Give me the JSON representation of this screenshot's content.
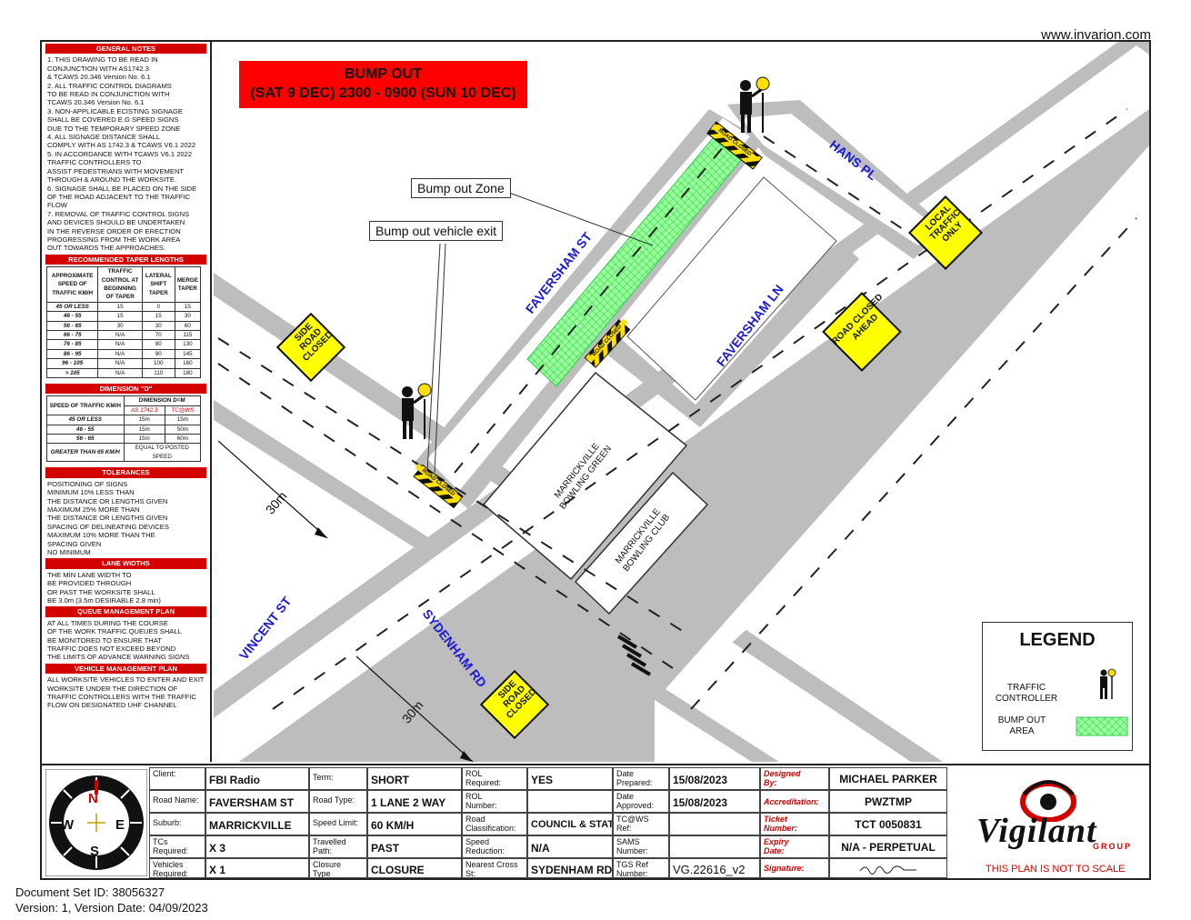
{
  "website": "www.invarion.com",
  "document": {
    "set_id": "Document Set ID: 38056327",
    "version": "Version: 1, Version Date: 04/09/2023"
  },
  "banner": {
    "line1": "BUMP OUT",
    "line2": "(SAT 9 DEC) 2300 - 0900 (SUN 10 DEC)"
  },
  "colors": {
    "banner_red": "#ff0000",
    "sign_yellow": "#ffff00",
    "road_grey": "#bdbdbd",
    "zone_green": "#99ff99",
    "street_blue": "#1a1ad6",
    "header_red": "#d40000"
  },
  "general_notes": {
    "title": "GENERAL NOTES",
    "lines": [
      "1. THIS DRAWING TO BE READ IN",
      "CONJUNCTION WITH AS1742.3",
      "& TCAWS 20.346 Version No. 6.1",
      "2. ALL TRAFFIC CONTROL DIAGRAMS",
      "TO BE READ IN CONJUNCTION WITH",
      "TCAWS 20.346 Version No. 6.1",
      "3. NON-APPLICABLE ECISTING SIGNAGE",
      "SHALL BE COVERED E.G SPEED SIGNS",
      "DUE TO THE TEMPORARY SPEED ZONE",
      "4. ALL SIGNAGE DISTANCE SHALL",
      "COMPLY WITH AS 1742.3 & TCAWS V6.1 2022",
      "5. IN ACCORDANCE WITH TCAWS V6.1 2022",
      "TRAFFIC CONTROLLERS TO",
      "ASSIST PEDESTRIANS WITH MOVEMENT",
      "THROUGH & AROUND THE WORKSITE.",
      "6. SIGNAGE SHALL BE PLACED ON THE SIDE",
      "OF THE ROAD ADJACENT TO THE TRAFFIC",
      "FLOW",
      "7. REMOVAL OF TRAFFIC CONTROL SIGNS",
      "AND DEVICES SHOULD BE UNDERTAKEN",
      "IN THE REVERSE ORDER OF ERECTION",
      "PROGRESSING FROM THE WORK AREA",
      "OUT TOWARDS THE APPROACHES."
    ]
  },
  "taper": {
    "title": "RECOMMENDED TAPER LENGTHS",
    "headers": [
      "APPROXIMATE SPEED OF TRAFFIC KM/H",
      "TRAFFIC CONTROL AT BEGINNING OF TAPER",
      "LATERAL SHIFT TAPER",
      "MERGE TAPER"
    ],
    "rows": [
      [
        "45 OR LESS",
        "15",
        "0",
        "15"
      ],
      [
        "46 - 55",
        "15",
        "15",
        "30"
      ],
      [
        "56 - 65",
        "30",
        "30",
        "60"
      ],
      [
        "66 - 75",
        "N/A",
        "70",
        "115"
      ],
      [
        "76 - 85",
        "N/A",
        "80",
        "130"
      ],
      [
        "86 - 95",
        "N/A",
        "90",
        "145"
      ],
      [
        "96 - 105",
        "N/A",
        "100",
        "160"
      ],
      [
        "> 105",
        "N/A",
        "110",
        "180"
      ]
    ]
  },
  "dimension_d": {
    "title": "DIMENSION \"D\"",
    "col1": "SPEED OF TRAFFIC KM/H",
    "col2": "DIMENSION D=M",
    "sub1": "AS 1742.3",
    "sub2": "TC@WS",
    "rows": [
      [
        "45 OR LESS",
        "15m",
        "15m"
      ],
      [
        "46 - 55",
        "15m",
        "50m"
      ],
      [
        "56 - 65",
        "15m",
        "60m"
      ]
    ],
    "last_speed": "GREATER THAN 65 KM/H",
    "last_value": "EQUAL TO POSTED SPEED"
  },
  "tolerances": {
    "title": "TOLERANCES",
    "lines": [
      "POSITIONING OF SIGNS",
      "MINIMUM 10% LESS THAN",
      "THE DISTANCE OR LENGTHS GIVEN",
      "MAXIMUM 25% MORE THAN",
      "THE DISTANCE OR LENGTHS GIVEN",
      "SPACING OF DELINEATING DEVICES",
      "MAXIMUM 10% MORE THAN THE",
      "SPACING GIVEN",
      "NO MINIMUM"
    ]
  },
  "lane_widths": {
    "title": "LANE WIDTHS",
    "lines": [
      "THE MIN LANE WIDTH TO",
      "BE PROVIDED THROUGH",
      "OR PAST THE WORKSITE SHALL",
      "BE 3.0m (3.5m DESIRABLE 2.8 min)"
    ]
  },
  "queue_plan": {
    "title": "QUEUE MANAGEMENT PLAN",
    "lines": [
      "AT ALL TIMES DURING THE COURSE",
      "OF THE WORK TRAFFIC QUEUES SHALL",
      "BE MONITORED TO ENSURE THAT",
      "TRAFFIC DOES NOT EXCEED BEYOND",
      "THE LIMITS OF ADVANCE WARNING SIGNS"
    ]
  },
  "vehicle_plan": {
    "title": "VEHICLE MANAGEMENT PLAN",
    "lines": [
      "ALL WORKSITE VEHICLES TO ENTER AND EXIT",
      "WORKSITE UNDER THE DIRECTION OF",
      "TRAFFIC CONTROLLERS WITH THE TRAFFIC",
      "FLOW ON DESIGNATED UHF CHANNEL"
    ]
  },
  "map": {
    "streets": {
      "faversham_st": "FAVERSHAM ST",
      "faversham_ln": "FAVERSHAM LN",
      "hans_pl": "HANS PL",
      "vincent_st": "VINCENT ST",
      "sydenham_rd": "SYDENHAM RD"
    },
    "callouts": {
      "zone": "Bump out Zone",
      "exit": "Bump out vehicle exit"
    },
    "signs": {
      "side_road_closed": [
        "SIDE",
        "ROAD",
        "CLOSED"
      ],
      "local_traffic": [
        "LOCAL",
        "TRAFFIC",
        "ONLY"
      ],
      "road_closed_ahead": [
        "ROAD CLOSED",
        "AHEAD"
      ],
      "barrier_text": "ROAD CLOSED"
    },
    "buildings": {
      "green": [
        "MARRICKVILLE",
        "BOWLING GREEN"
      ],
      "club": [
        "MARRICKVILLE",
        "BOWLING CLUB"
      ]
    },
    "distances": {
      "west": "30m",
      "south": "30m"
    }
  },
  "legend": {
    "title": "LEGEND",
    "traffic_controller": [
      "TRAFFIC",
      "CONTROLLER"
    ],
    "bump_out_area": [
      "BUMP OUT",
      "AREA"
    ]
  },
  "compass": {
    "n": "N",
    "s": "S",
    "e": "E",
    "w": "W"
  },
  "title_block": {
    "client_lbl": "Client:",
    "client": "FBI Radio",
    "road_lbl": "Road Name:",
    "road": "FAVERSHAM ST",
    "suburb_lbl": "Suburb:",
    "suburb": "MARRICKVILLE",
    "tcs_lbl": [
      "TCs",
      "Required:"
    ],
    "tcs": "X 3",
    "veh_lbl": [
      "Vehicles",
      "Required:"
    ],
    "veh": "X 1",
    "term_lbl": "Term:",
    "term": "SHORT",
    "rtype_lbl": "Road Type:",
    "rtype": "1 LANE 2 WAY",
    "speed_lbl": "Speed Limit:",
    "speed": "60 KM/H",
    "tpath_lbl": [
      "Travelled",
      "Path:"
    ],
    "tpath": "PAST",
    "ctype_lbl": [
      "Closure",
      "Type"
    ],
    "ctype": "CLOSURE",
    "rol_req_lbl": [
      "ROL",
      "Required:"
    ],
    "rol_req": "YES",
    "rol_num_lbl": [
      "ROL",
      "Number:"
    ],
    "rol_num": "",
    "rclass_lbl": [
      "Road",
      "Classification:"
    ],
    "rclass": "COUNCIL & STATE",
    "sred_lbl": [
      "Speed",
      "Reduction:"
    ],
    "sred": "N/A",
    "cross_lbl": [
      "Nearest Cross",
      "St:"
    ],
    "cross": "SYDENHAM RD",
    "dprep_lbl": [
      "Date",
      "Prepared:"
    ],
    "dprep": "15/08/2023",
    "dappr_lbl": [
      "Date",
      "Approved:"
    ],
    "dappr": "15/08/2023",
    "tcref_lbl": [
      "TC@WS",
      "Ref:"
    ],
    "tcref": "",
    "sams_lbl": [
      "SAMS",
      "Number:"
    ],
    "sams": "",
    "tgs_lbl": [
      "TGS Ref",
      "Number:"
    ],
    "tgs": "VG.22616_v2",
    "designed_lbl": [
      "Designed",
      "By:"
    ],
    "designed": "MICHAEL PARKER",
    "accr_lbl": "Accreditation:",
    "accr": "PWZTMP",
    "ticket_lbl": [
      "Ticket",
      "Number:"
    ],
    "ticket": "TCT 0050831",
    "expiry_lbl": [
      "Expiry",
      "Date:"
    ],
    "expiry": "N/A - PERPETUAL",
    "sig_lbl": "Signature:",
    "logo_main": "Vigilant",
    "logo_sub": "GROUP",
    "not_to_scale": "THIS PLAN IS NOT TO SCALE"
  }
}
